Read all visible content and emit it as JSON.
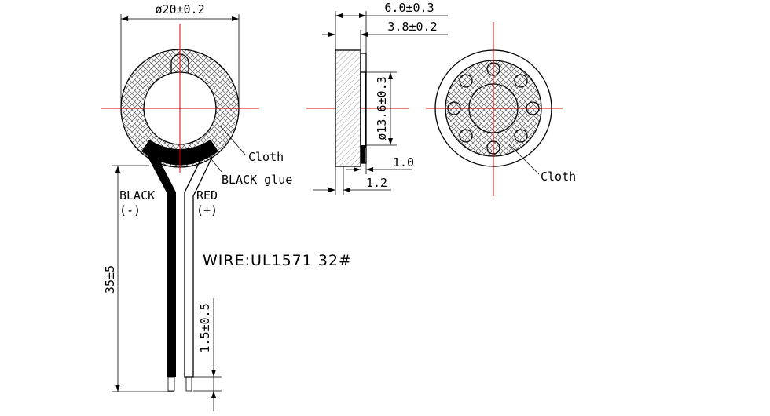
{
  "dimensions": {
    "outer_diameter": "ø20±0.2",
    "total_thickness": "6.0±0.3",
    "body_thickness": "3.8±0.2",
    "inner_diameter": "ø13.6±0.3",
    "rim_thickness": "1.0",
    "base_thickness": "1.2",
    "wire_length": "35±5",
    "strip_length": "1.5±0.5"
  },
  "labels": {
    "cloth_front": "Cloth",
    "black_glue": "BLACK glue",
    "black_wire": "BLACK",
    "black_polarity": "(-)",
    "red_wire": "RED",
    "red_polarity": "(+)",
    "wire_spec": "WIRE:UL1571  32#",
    "cloth_back": "Cloth"
  },
  "colors": {
    "line": "#000000",
    "centerline": "#e00000"
  }
}
